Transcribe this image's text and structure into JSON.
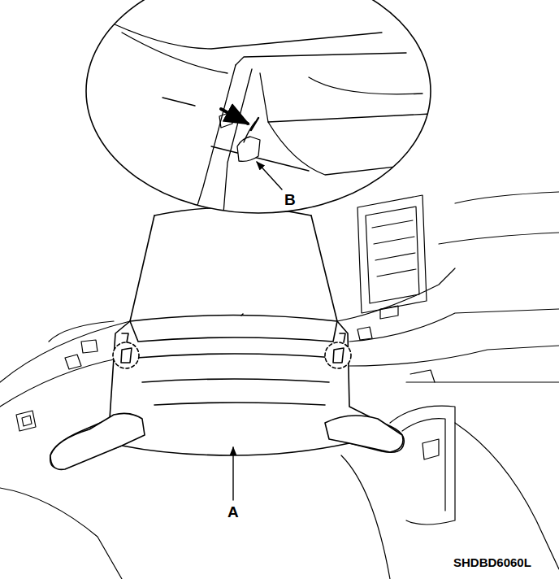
{
  "diagram": {
    "labels": [
      "B",
      "A",
      "SHDBD6060L"
    ]
  }
}
